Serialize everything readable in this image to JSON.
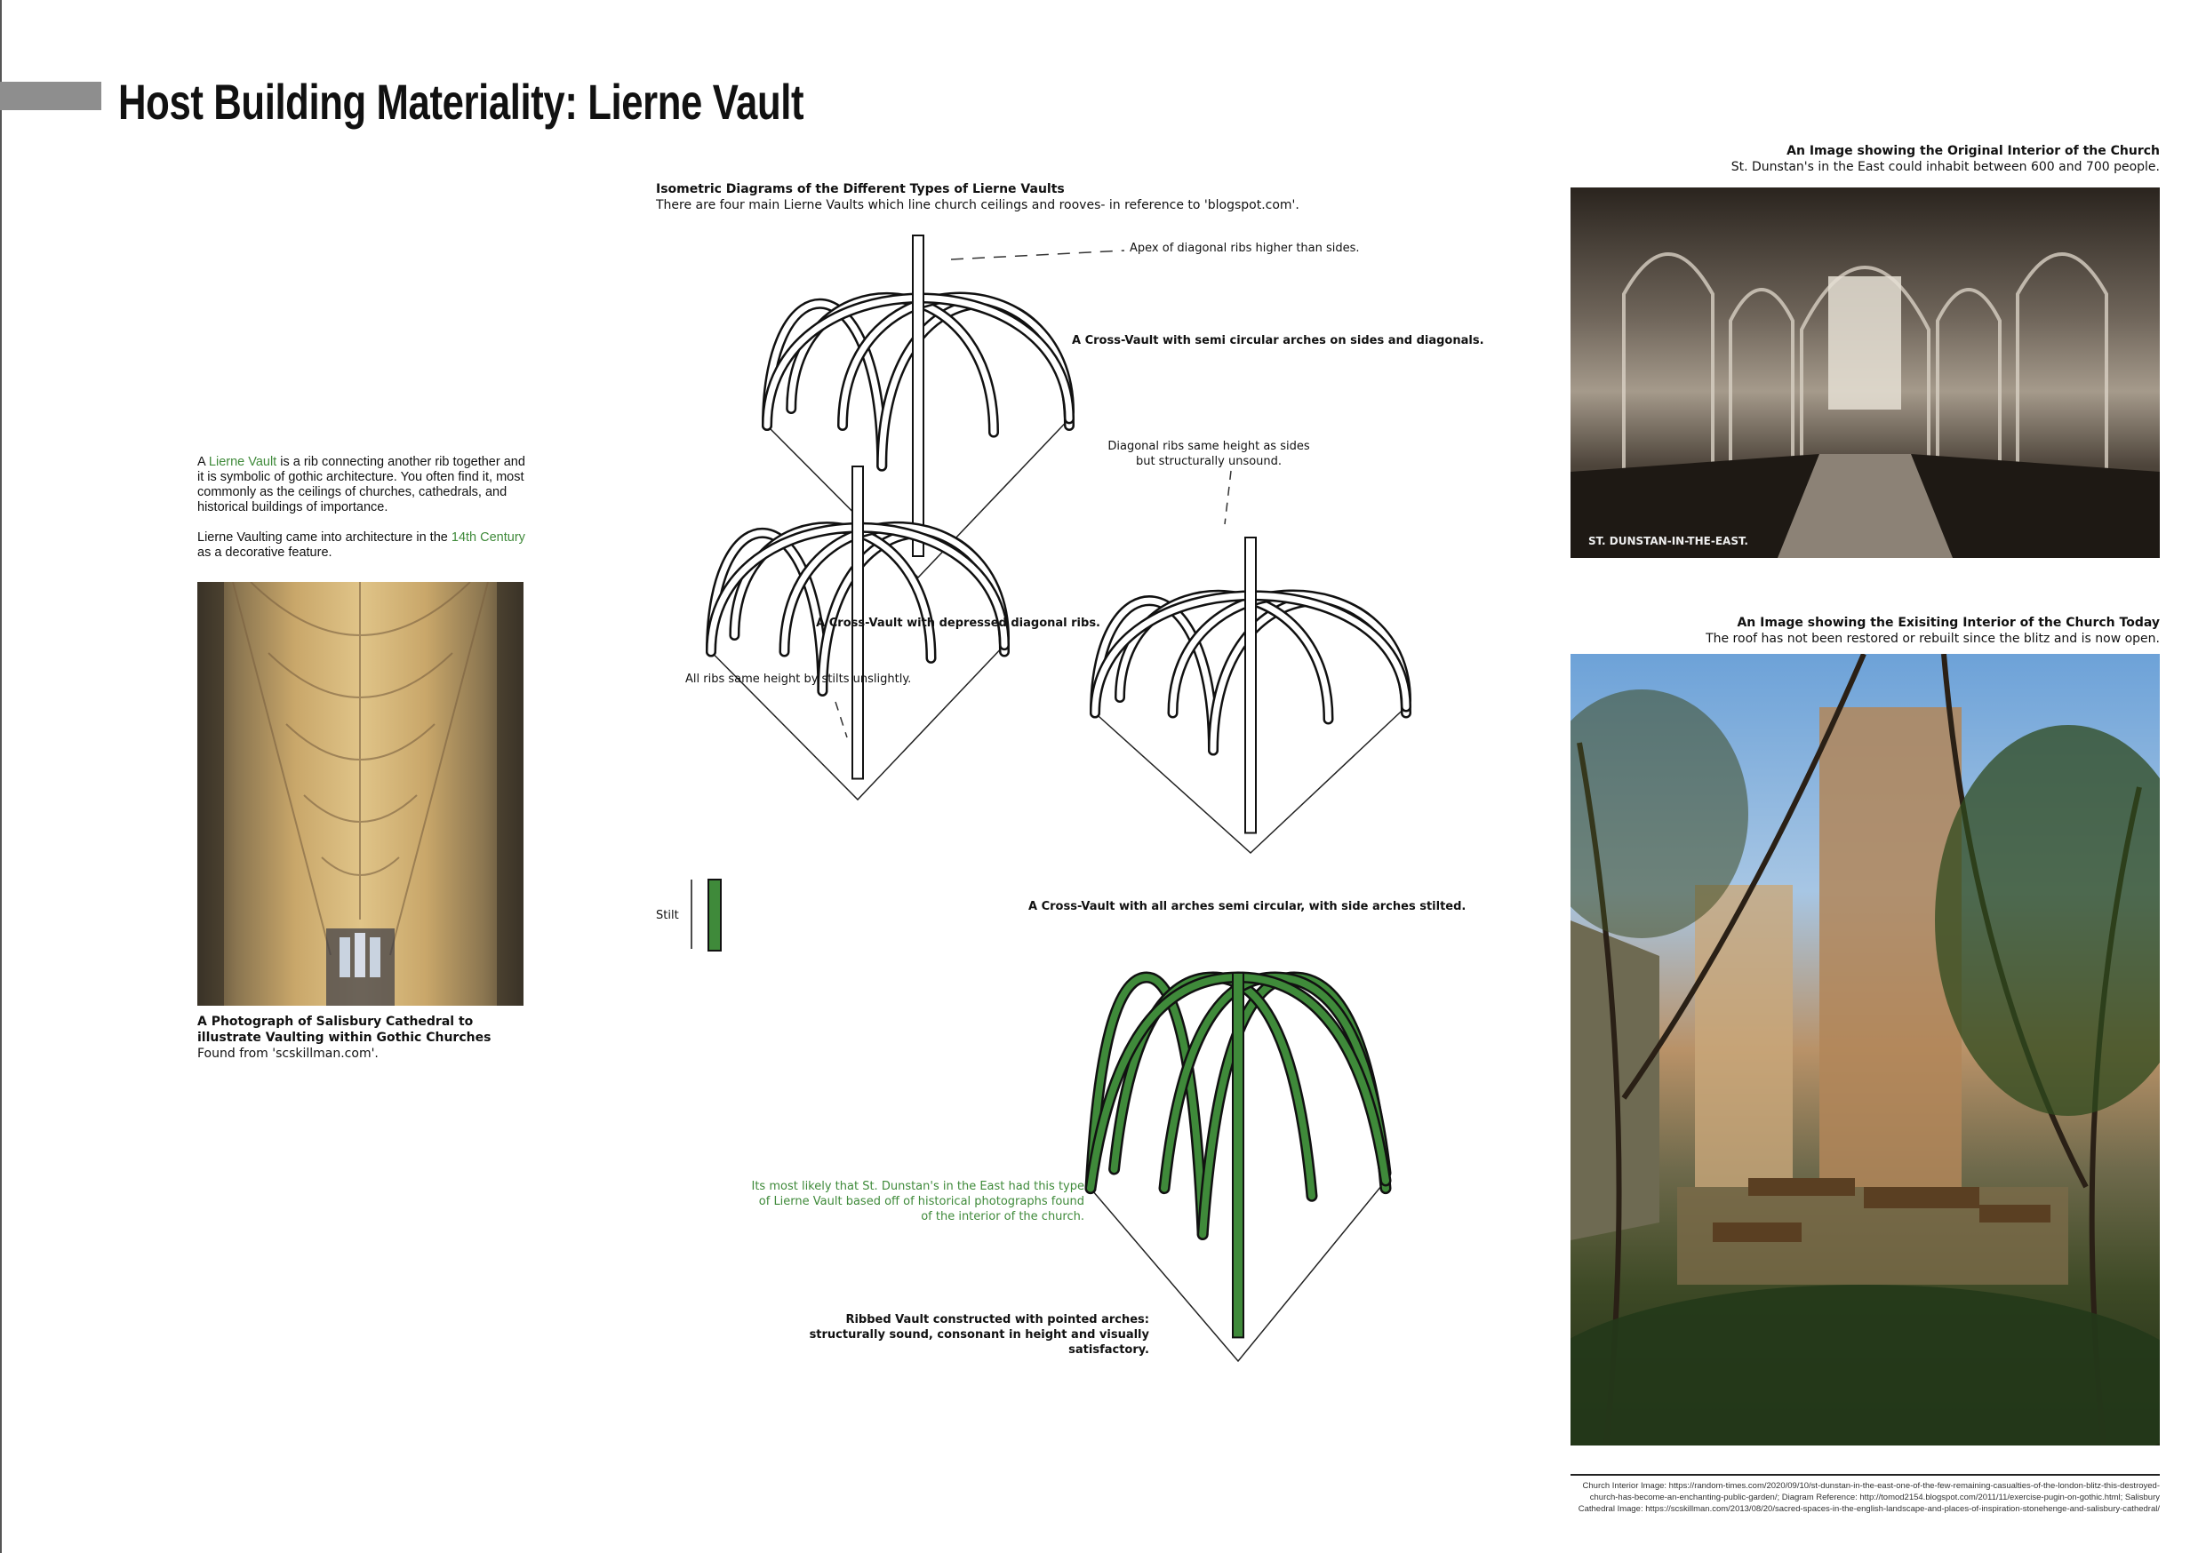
{
  "title": "Host Building Materiality: Lierne Vault",
  "intro": {
    "p1_a": "A ",
    "p1_link": "Lierne Vault",
    "p1_b": " is a rib connecting another rib together and it is symbolic of gothic architecture. You often find it, most commonly as the ceilings of churches, cathedrals, and historical buildings of importance.",
    "p2_a": "Lierne Vaulting came into architecture in the ",
    "p2_link": "14th Century",
    "p2_b": " as a decorative feature."
  },
  "salisbury": {
    "caption_title": "A Photograph of Salisbury Cathedral to illustrate Vaulting within Gothic Churches",
    "caption_source": "Found from 'scskillman.com'."
  },
  "diagrams": {
    "heading": "Isometric Diagrams of the Different Types of Lierne Vaults",
    "subheading": "There are four main Lierne Vaults which line church ceilings and rooves- in reference to 'blogspot.com'.",
    "apex_note": "Apex of diagonal ribs higher than sides.",
    "vault1_label": "A Cross-Vault with semi circular arches on sides and diagonals.",
    "diag_note": "Diagonal ribs same height as sides but structurally unsound.",
    "vault2_label": "A Cross-Vault with depressed diagonal ribs.",
    "ribs_note": "All ribs same height by stilts unslightly.",
    "stilt_label": "Stilt",
    "vault3_label": "A Cross-Vault with all arches semi circular, with side arches stilted.",
    "green_note": "Its most likely that St. Dunstan's in the East had this type of Lierne Vault based off of historical photographs found of the interior of the church.",
    "vault4_label": "Ribbed Vault constructed with pointed arches: structurally sound, consonant in height and visually satisfactory.",
    "accent": "#3f8a3a"
  },
  "original": {
    "caption_title": "An Image showing the Original Interior of the Church",
    "caption_text": "St. Dunstan's in the East could inhabit between 600 and 700 people.",
    "photo_label": "ST. DUNSTAN-IN-THE-EAST."
  },
  "today": {
    "caption_title": "An Image showing the Exisiting Interior of the Church Today",
    "caption_text": "The roof has not been restored or rebuilt since the blitz and is now open."
  },
  "references": "Church Interior Image: https://random-times.com/2020/09/10/st-dunstan-in-the-east-one-of-the-few-remaining-casualties-of-the-london-blitz-this-destroyed-church-has-become-an-enchanting-public-garden/; Diagram Reference: http://tomod2154.blogspot.com/2011/11/exercise-pugin-on-gothic.html; Salisbury Cathedral Image: https://scskillman.com/2013/08/20/sacred-spaces-in-the-english-landscape-and-places-of-inspiration-stonehenge-and-salisbury-cathedral/"
}
